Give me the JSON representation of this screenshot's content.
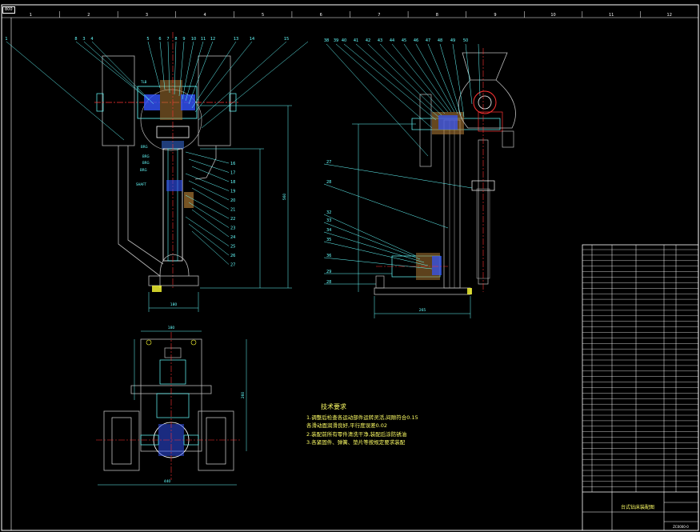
{
  "drawing": {
    "corner_tag": "800",
    "col_numbers": [
      "1",
      "2",
      "3",
      "4",
      "5",
      "6",
      "7",
      "8",
      "9",
      "10",
      "11",
      "12"
    ],
    "front_balloons": [
      "1",
      "8",
      "3",
      "4",
      "5",
      "6",
      "7",
      "8",
      "9",
      "10",
      "11",
      "12",
      "13",
      "14",
      "15"
    ],
    "side_balloons": [
      "38",
      "39",
      "40",
      "41",
      "42",
      "43",
      "44",
      "45",
      "46",
      "47",
      "48",
      "49",
      "50"
    ],
    "right_labels": [
      "16",
      "17",
      "18",
      "19",
      "20",
      "21",
      "22",
      "23",
      "24",
      "25",
      "26",
      "27"
    ],
    "side_left_labels": [
      "27",
      "28",
      "32",
      "33",
      "34",
      "35",
      "36",
      "29",
      "28"
    ],
    "dims": {
      "front_width": "180",
      "side_width": "265",
      "plan_width": "180",
      "plan_total": "440",
      "plan_height": "260",
      "front_height": "560"
    },
    "tech_title": "技术要求",
    "tech_notes": [
      "1.调整后检查各运动部件运转灵活,间隙符合0.15",
      "   各滑动面润滑良好,平行度误差0.02",
      "2.装配前所有零件清洗干净,装配后涂防锈油",
      "3.各紧固件、弹簧、垫片等按规定要求装配"
    ],
    "title_block": {
      "name": "台式钻床装配图",
      "drawing_no": "ZC0000-0"
    }
  }
}
